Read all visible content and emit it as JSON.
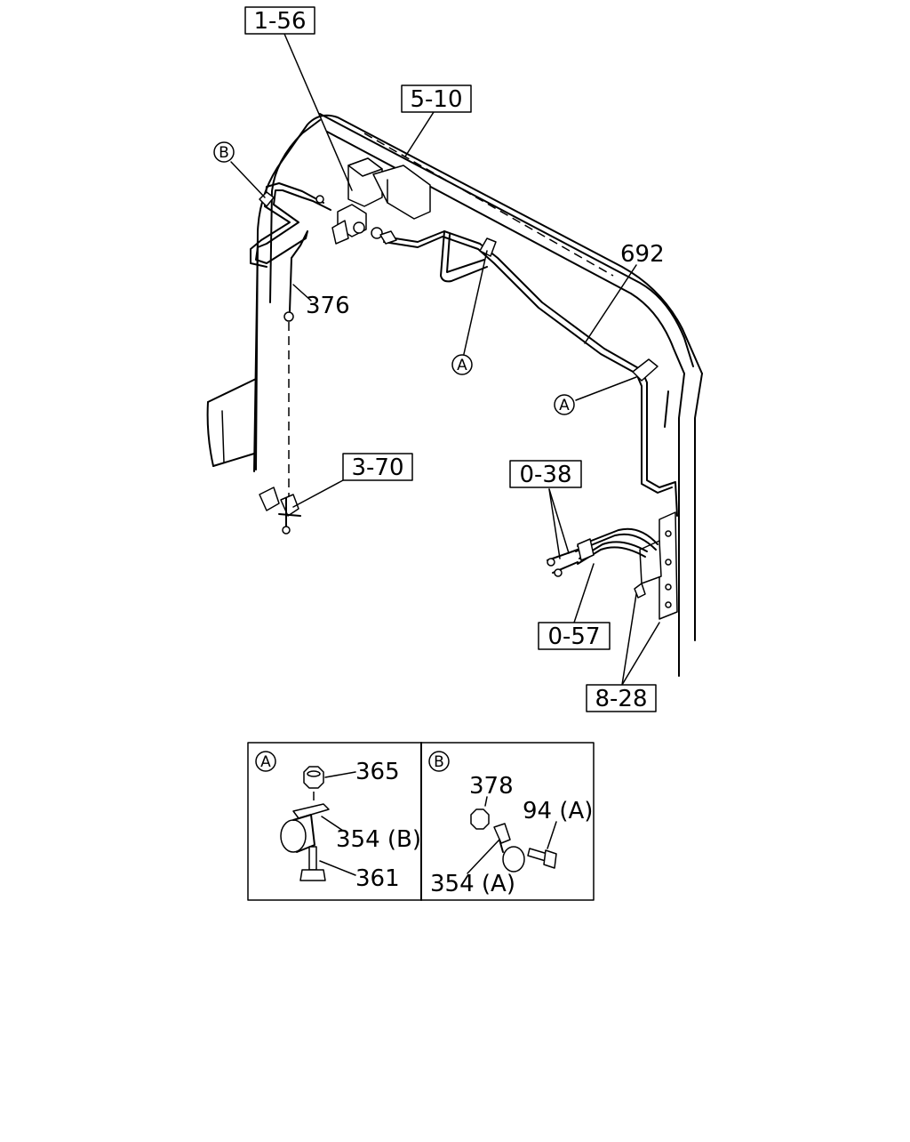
{
  "callouts": {
    "ref_1_56": "1-56",
    "ref_5_10": "5-10",
    "ref_3_70": "3-70",
    "ref_0_38": "0-38",
    "ref_0_57": "0-57",
    "ref_8_28": "8-28",
    "part_692": "692",
    "part_376": "376",
    "marker_a1": "A",
    "marker_a2": "A",
    "marker_b": "B"
  },
  "detail_a": {
    "marker": "A",
    "parts": [
      "365",
      "354 (B)",
      "361"
    ]
  },
  "detail_b": {
    "marker": "B",
    "parts": [
      "378",
      "94 (A)",
      "354 (A)"
    ]
  }
}
